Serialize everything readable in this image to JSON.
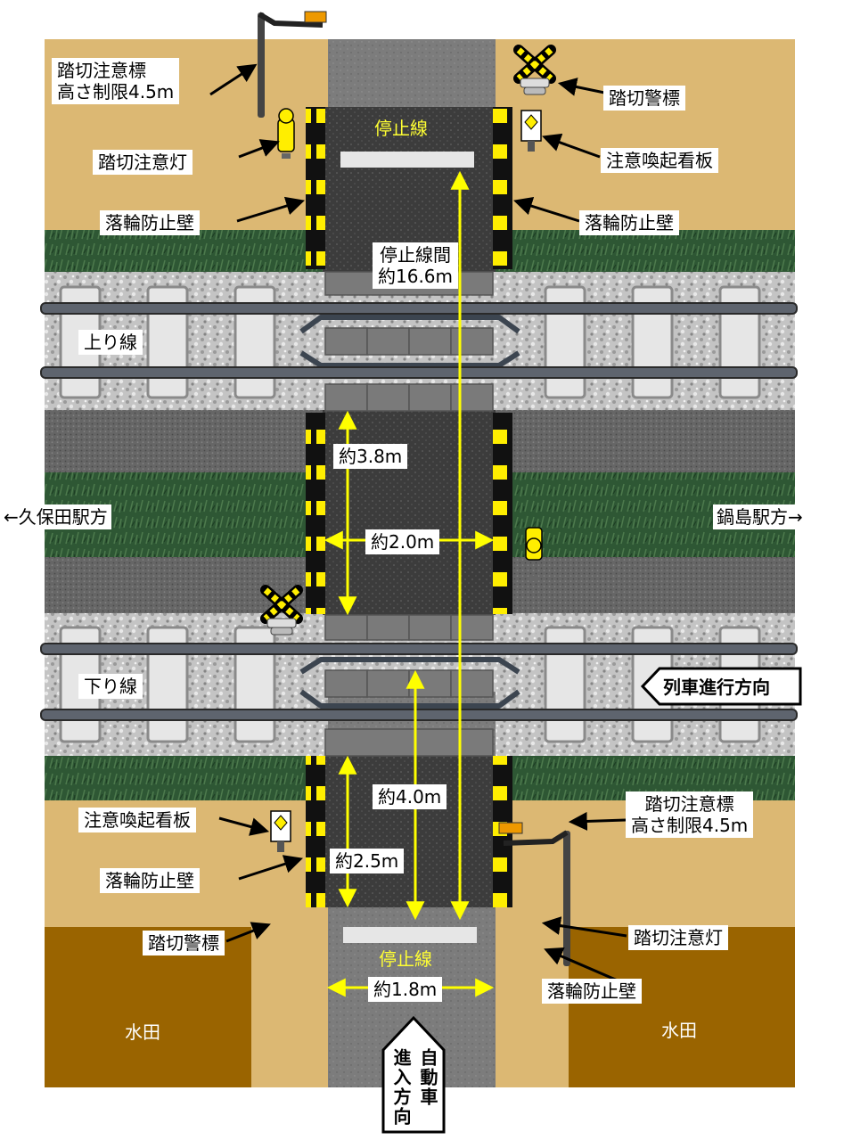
{
  "colors": {
    "ground": "#dcb873",
    "grass": "#2f5a34",
    "ballast": "#bdbdbd",
    "gravel": "#6b6b6b",
    "crossing": "#3e3e3e",
    "road": "#7b7b7b",
    "paddy": "#9a6400",
    "rail": "#5e5e5e",
    "measure": "#ffff00",
    "stripe_yellow": "#ffee00"
  },
  "labels": {
    "caution_sign_top": "踏切注意標\n高さ制限4.5m",
    "warning_sign_top": "踏切警標",
    "caution_light_top": "踏切注意灯",
    "alert_board_top": "注意喚起看板",
    "wheel_wall_top_left": "落輪防止壁",
    "wheel_wall_top_right": "落輪防止壁",
    "stop_line_top": "停止線",
    "stop_line_bottom": "停止線",
    "stop_distance": "停止線間\n約16.6m",
    "up_line": "上り線",
    "down_line": "下り線",
    "left_station": "←久保田駅方",
    "right_station": "鍋島駅方→",
    "dim_3_8": "約3.8m",
    "dim_2_0": "約2.0m",
    "dim_4_0": "約4.0m",
    "dim_2_5": "約2.5m",
    "dim_1_8": "約1.8m",
    "train_direction": "列車進行方向",
    "alert_board_bottom": "注意喚起看板",
    "wheel_wall_bottom_left": "落輪防止壁",
    "warning_sign_bottom": "踏切警標",
    "caution_sign_bottom": "踏切注意標\n高さ制限4.5m",
    "caution_light_bottom": "踏切注意灯",
    "wheel_wall_bottom_right": "落輪防止壁",
    "paddy_left": "水田",
    "paddy_right": "水田",
    "car_direction_col1": "自動車",
    "car_direction_col2": "進入方向"
  }
}
